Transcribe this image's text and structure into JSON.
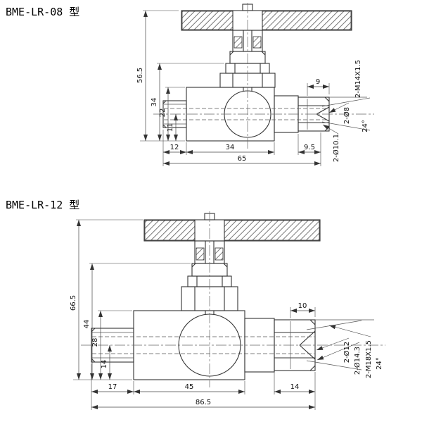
{
  "page": {
    "background": "#ffffff",
    "line_color": "#333333"
  },
  "drawings": [
    {
      "title": "BME-LR-08 型",
      "dims": {
        "total_height": "56.5",
        "stem_height": "34",
        "body_height": "22",
        "center_height": "11",
        "left_port_len": "12",
        "body_len": "34",
        "right_len": "9.5",
        "total_len": "65",
        "nut_top_len": "9",
        "thread_callout": "2-M14X1.5",
        "bore_callout": "2-Ø8",
        "seat_dia_callout": "2-Ø10.1",
        "cone_angle": "24°"
      }
    },
    {
      "title": "BME-LR-12 型",
      "dims": {
        "total_height": "66.5",
        "stem_height": "44",
        "body_height": "28",
        "center_height": "14",
        "left_port_len": "17",
        "body_len": "45",
        "right_len": "14",
        "total_len": "86.5",
        "nut_top_len": "10",
        "bore_callout": "2-Ø12",
        "seat_dia_callout": "2-Ø14.3",
        "thread_callout": "2-M18X1.5",
        "cone_angle": "24°"
      }
    }
  ]
}
